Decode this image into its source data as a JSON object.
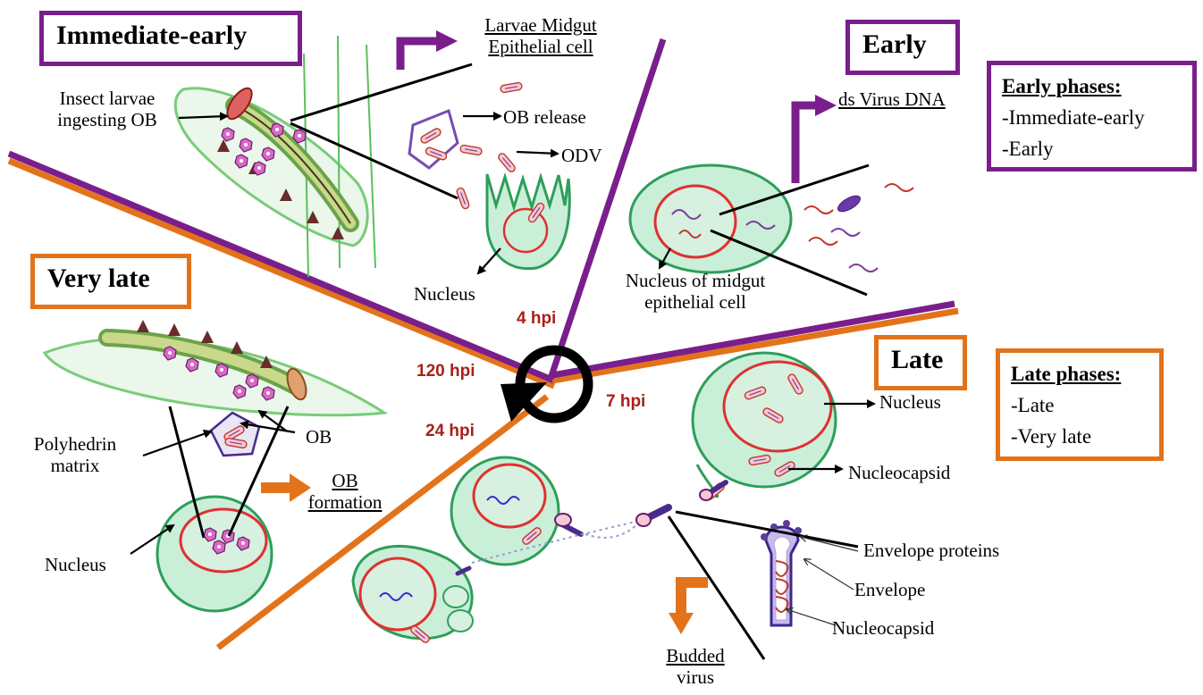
{
  "phases": {
    "immediate_early": "Immediate-early",
    "early": "Early",
    "very_late": "Very late",
    "late": "Late"
  },
  "info_boxes": {
    "early_phases": {
      "title": "Early phases:",
      "items": [
        "-Immediate-early",
        "-Early"
      ]
    },
    "late_phases": {
      "title": "Late phases:",
      "items": [
        "-Late",
        "-Very late"
      ]
    }
  },
  "labels": {
    "larvae_midgut": [
      "Larvae Midgut",
      "Epithelial  cell"
    ],
    "insect_larvae": [
      "Insect larvae",
      "ingesting OB"
    ],
    "ob_release": "OB release",
    "odv": "ODV",
    "nucleus_top": "Nucleus",
    "ds_virus_dna": "ds Virus DNA",
    "nucleus_midgut": [
      "Nucleus of midgut",
      "epithelial cell"
    ],
    "polyhedrin": [
      "Polyhedrin",
      "matrix"
    ],
    "ob": "OB",
    "ob_formation": [
      "OB",
      "formation"
    ],
    "nucleus_left": "Nucleus",
    "nucleus_late": "Nucleus",
    "nucleocapsid_late": "Nucleocapsid",
    "envelope_proteins": "Envelope proteins",
    "envelope": "Envelope",
    "nucleocapsid_bottom": "Nucleocapsid",
    "budded_virus": [
      "Budded",
      "virus"
    ]
  },
  "clock": {
    "t4": "4 hpi",
    "t7": "7 hpi",
    "t24": "24 hpi",
    "t120": "120 hpi"
  },
  "colors": {
    "purple": "#7a1e8c",
    "orange": "#e2731b",
    "cell_fill": "#c9efd8",
    "cell_stroke": "#2e9e5a",
    "nucleus": "#e03030",
    "hpi_text": "#a8201a"
  }
}
